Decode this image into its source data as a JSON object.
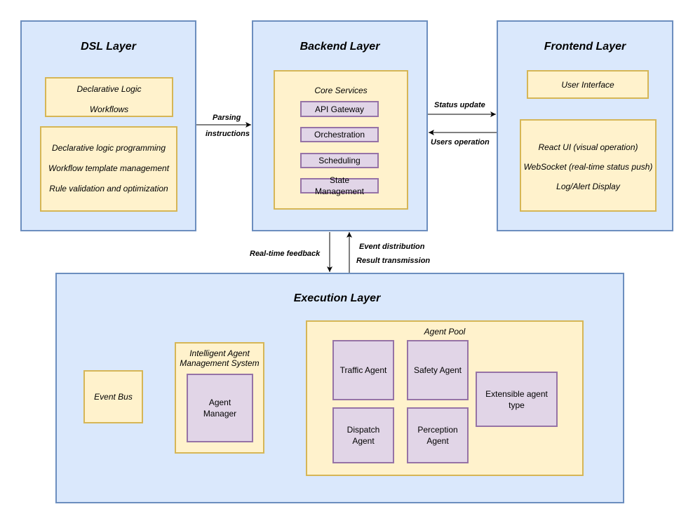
{
  "dsl": {
    "title": "DSL Layer",
    "box1": [
      "Declarative Logic",
      "Workflows"
    ],
    "box2": [
      "Declarative logic programming",
      "Workflow template management",
      "Rule validation and optimization"
    ]
  },
  "backend": {
    "title": "Backend Layer",
    "core_title": "Core Services",
    "services": [
      "API Gateway",
      "Orchestration",
      "Scheduling",
      "State Management"
    ]
  },
  "frontend": {
    "title": "Frontend Layer",
    "ui": "User Interface",
    "items": [
      "React UI (visual operation)",
      "WebSocket (real-time status push)",
      "Log/Alert Display"
    ]
  },
  "execution": {
    "title": "Execution Layer",
    "event_bus": "Event Bus",
    "iams_title": "Intelligent Agent Management System",
    "agent_manager": "Agent Manager",
    "pool_title": "Agent Pool",
    "agents": [
      "Traffic Agent",
      "Safety Agent",
      "Dispatch Agent",
      "Perception Agent",
      "Extensible agent type"
    ]
  },
  "edges": {
    "parsing": [
      "Parsing",
      "instructions"
    ],
    "status_update": "Status update",
    "users_operation": "Users operation",
    "realtime_feedback": "Real-time feedback",
    "event_distribution": "Event distribution",
    "result_transmission": "Result transmission"
  },
  "colors": {
    "layer_fill": "#dae8fc",
    "layer_border": "#6c8ebf",
    "box_fill": "#fff2cc",
    "box_border": "#d6b656",
    "node_fill": "#e1d5e7",
    "node_border": "#9673a6"
  }
}
